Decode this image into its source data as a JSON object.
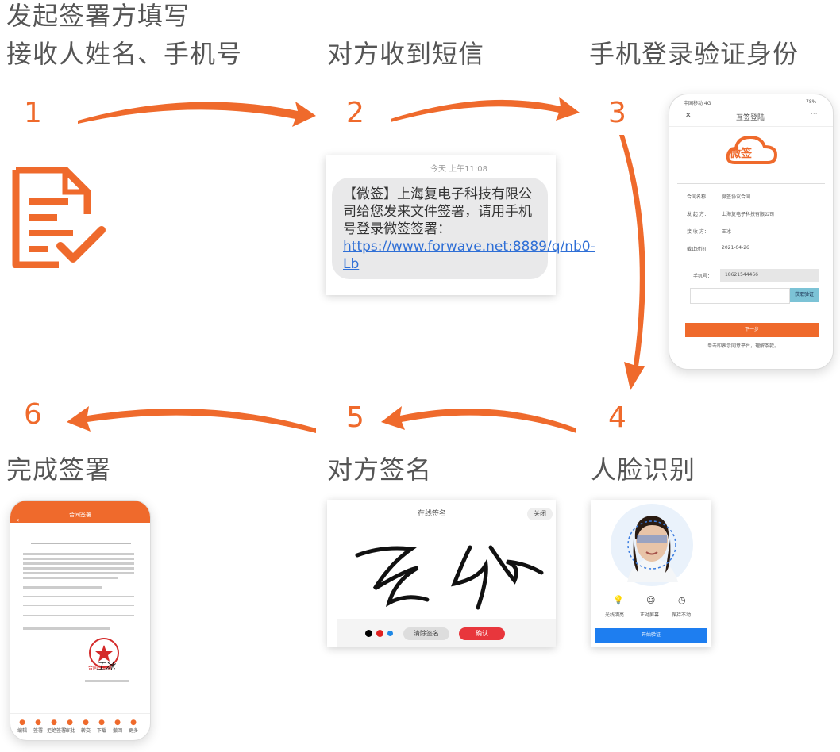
{
  "steps": {
    "s1": {
      "num": "1",
      "title1": "发起签署方填写",
      "title2": "接收人姓名、手机号"
    },
    "s2": {
      "num": "2",
      "title": "对方收到短信"
    },
    "s3": {
      "num": "3",
      "title": "手机登录验证身份"
    },
    "s4": {
      "num": "4",
      "title": "人脸识别"
    },
    "s5": {
      "num": "5",
      "title": "对方签名"
    },
    "s6": {
      "num": "6",
      "title": "完成签署"
    }
  },
  "sms": {
    "time": "今天 上午11:08",
    "body": "【微签】上海复电子科技有限公司给您发来文件签署，请用手机号登录微签签署：",
    "link": "https://www.forwave.net:8889/q/nb0-Lb"
  },
  "login": {
    "status_left": "中国移动 4G",
    "status_right": "78%",
    "header": "互签登陆",
    "logo": "微签",
    "rows": [
      {
        "label": "合同名称：",
        "value": "微签协议合同"
      },
      {
        "label": "发 起 方：",
        "value": "上海复电子科技有限公司"
      },
      {
        "label": "接 收 方：",
        "value": "王冰"
      },
      {
        "label": "截止时间：",
        "value": "2021-04-26"
      }
    ],
    "phone_label": "手机号：",
    "phone_value": "18621544466",
    "code_btn": "获取验证",
    "next_btn": "下一步",
    "footer": "单击即表示同意平台，理解条款。"
  },
  "face": {
    "icons": [
      {
        "icon": "light-icon",
        "label": "光线明亮"
      },
      {
        "icon": "face-icon",
        "label": "正对屏幕"
      },
      {
        "icon": "clock-icon",
        "label": "保持不动"
      }
    ],
    "start_btn": "开始验证"
  },
  "signature": {
    "header": "在线签名",
    "close": "关闭",
    "clear": "清除签名",
    "confirm": "确认",
    "colors": [
      "#000000",
      "#e02020",
      "#1e88e5"
    ]
  },
  "complete": {
    "header": "合同签署",
    "seal_text": "合同专用章",
    "sign_text": "王冰",
    "toolbar": [
      "编辑",
      "签署",
      "拒绝签署",
      "审批",
      "转交",
      "下载",
      "撤回",
      "更多"
    ]
  },
  "colors": {
    "accent": "#ef6a2c",
    "blue": "#1e7ef0",
    "red": "#e8363c"
  }
}
